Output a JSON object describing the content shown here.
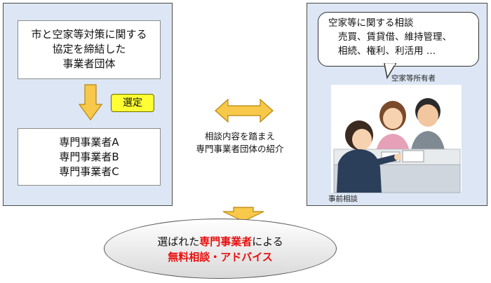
{
  "left_panel": {
    "org_box": {
      "line1": "市と空家等対策に関する",
      "line2": "協定を締結した",
      "line3": "事業者団体"
    },
    "select_badge": "選定",
    "companies": [
      "専門事業者A",
      "専門事業者B",
      "専門事業者C"
    ]
  },
  "middle": {
    "caption_line1": "相談内容を踏まえ",
    "caption_line2": "専門事業者団体の紹介"
  },
  "right_panel": {
    "bubble": {
      "title": "空家等に関する相談",
      "line1": "売買、賃貸借、維持管理、",
      "line2": "相続、権利、利活用 …"
    },
    "owner_label": "空家等所有者",
    "consult_label": "事前相談"
  },
  "result": {
    "line1_pre": "選ばれた",
    "line1_red": "専門事業者",
    "line1_post": "による",
    "line2": "無料相談・アドバイス"
  },
  "colors": {
    "panel_bg": "#dce6f4",
    "arrow": "#f7c84a",
    "badge": "#ffff33",
    "emphasis": "#e8100e"
  }
}
